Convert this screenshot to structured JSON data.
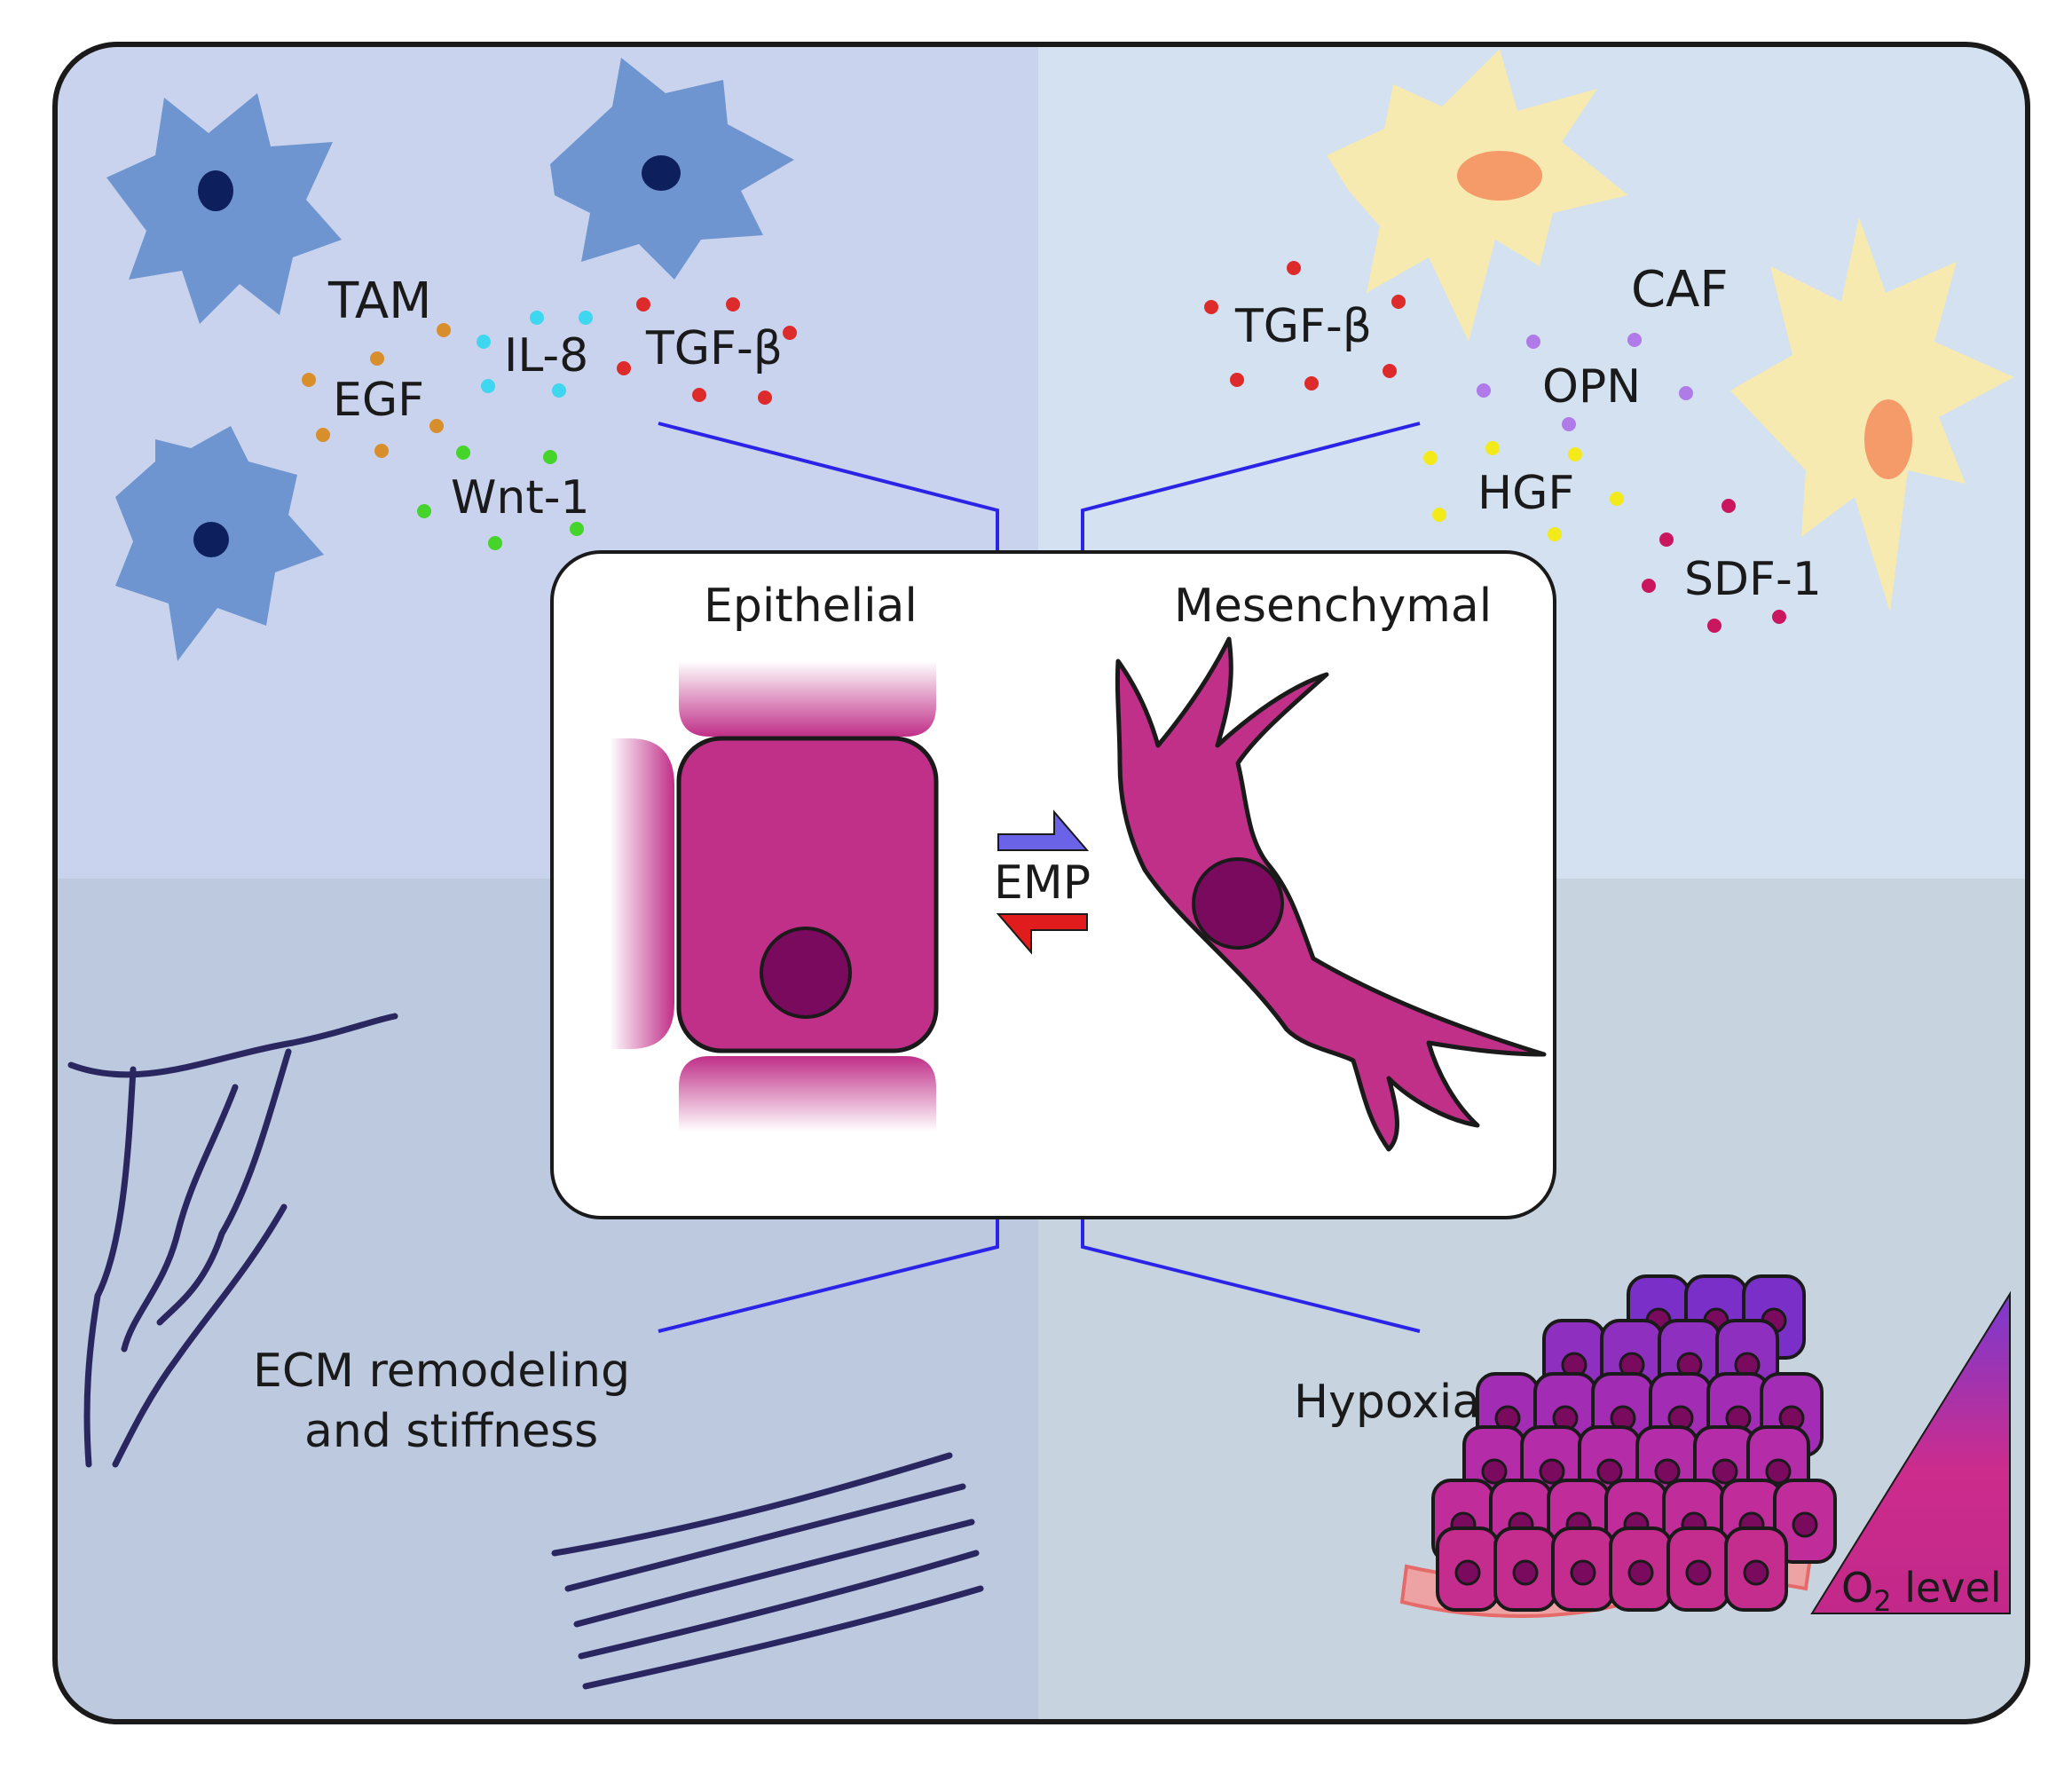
{
  "colors": {
    "q_top_left": "#c9d3ee",
    "q_top_right": "#d3e1f1",
    "q_bottom_left": "#bdc9df",
    "q_bottom_right": "#c7d4df",
    "frame_stroke": "#1a1a1a",
    "tam_cell": "#6f95d0",
    "tam_nucleus": "#0d1f5c",
    "caf_cell": "#f7eab0",
    "caf_nucleus": "#f59b6a",
    "cell_magenta": "#c02f88",
    "cell_nucleus": "#7a0a5e",
    "signal_arrow": "#2b24e6",
    "emp_forward": "#6a63e8",
    "emp_reverse": "#e11c1c",
    "egf_dots": "#d98e2c",
    "il8_dots": "#3fd6f0",
    "tgfb_dots": "#dd2a2a",
    "wnt_dots": "#44d42a",
    "opn_dots": "#b07ae8",
    "hgf_dots": "#f3ea1c",
    "sdf_dots": "#c9165e",
    "collagen": "#2a2660",
    "vessel": "#f39a9a",
    "o2_top": "#7a3ad0",
    "o2_bottom": "#cc2c8c"
  },
  "labels": {
    "tam": "TAM",
    "egf": "EGF",
    "il8": "IL-8",
    "tgfb_left": "TGF-β",
    "wnt1": "Wnt-1",
    "tgfb_right": "TGF-β",
    "caf": "CAF",
    "opn": "OPN",
    "hgf": "HGF",
    "sdf1": "SDF-1",
    "epithelial": "Epithelial",
    "mesenchymal": "Mesenchymal",
    "emp": "EMP",
    "ecm_line1": "ECM remodeling",
    "ecm_line2": "and stiffness",
    "hypoxia": "Hypoxia",
    "o2_main": "O",
    "o2_sub": "2",
    "o2_rest": " level"
  },
  "icons": {
    "tam_cells": "macrophage-cell-icon",
    "caf_cells": "fibroblast-cell-icon",
    "epithelial_cell": "epithelial-cell-icon",
    "mesenchymal_cell": "mesenchymal-cell-icon",
    "collagen": "collagen-fiber-icon",
    "hypoxic_cells": "hypoxic-cell-cluster-icon",
    "vessel": "blood-vessel-icon",
    "o2_gradient": "oxygen-gradient-triangle-icon"
  }
}
